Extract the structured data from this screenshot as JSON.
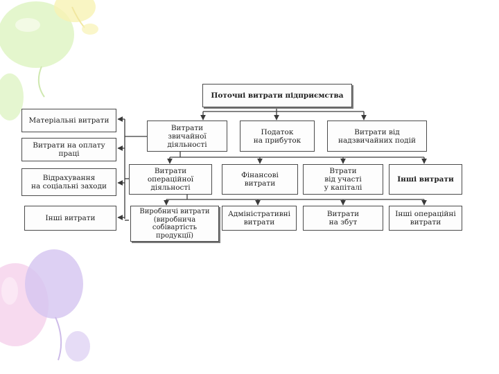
{
  "diagram": {
    "root": "Поточні витрати підприємства",
    "level1": [
      "Витрати\nзвичайної\nдіяльності",
      "Податок\nна прибуток",
      "Витрати від\nнадзвичайних подій"
    ],
    "level2": [
      "Витрати\nопераційної\nдіяльності",
      "Фінансові\nвитрати",
      "Втрати\nвід участі\nу капіталі",
      "Інші витрати"
    ],
    "level3": [
      "Виробничі витрати\n(виробнича\nсобівартість\nпродукції)",
      "Адміністративні\nвитрати",
      "Витрати\nна збут",
      "Інші операційні\nвитрати"
    ],
    "elements": [
      "Матеріальні витрати",
      "Витрати на оплату\nпраці",
      "Відрахування\nна соціальні заходи",
      "Інші витрати"
    ]
  },
  "colors": {
    "line": "#3a3a3a",
    "border": "#4a4a4a",
    "balloon_green": "#d6f0b4",
    "balloon_pink": "#f3c6e6",
    "balloon_purple": "#c9b4ec",
    "balloon_yellow": "#f7f0a6"
  }
}
